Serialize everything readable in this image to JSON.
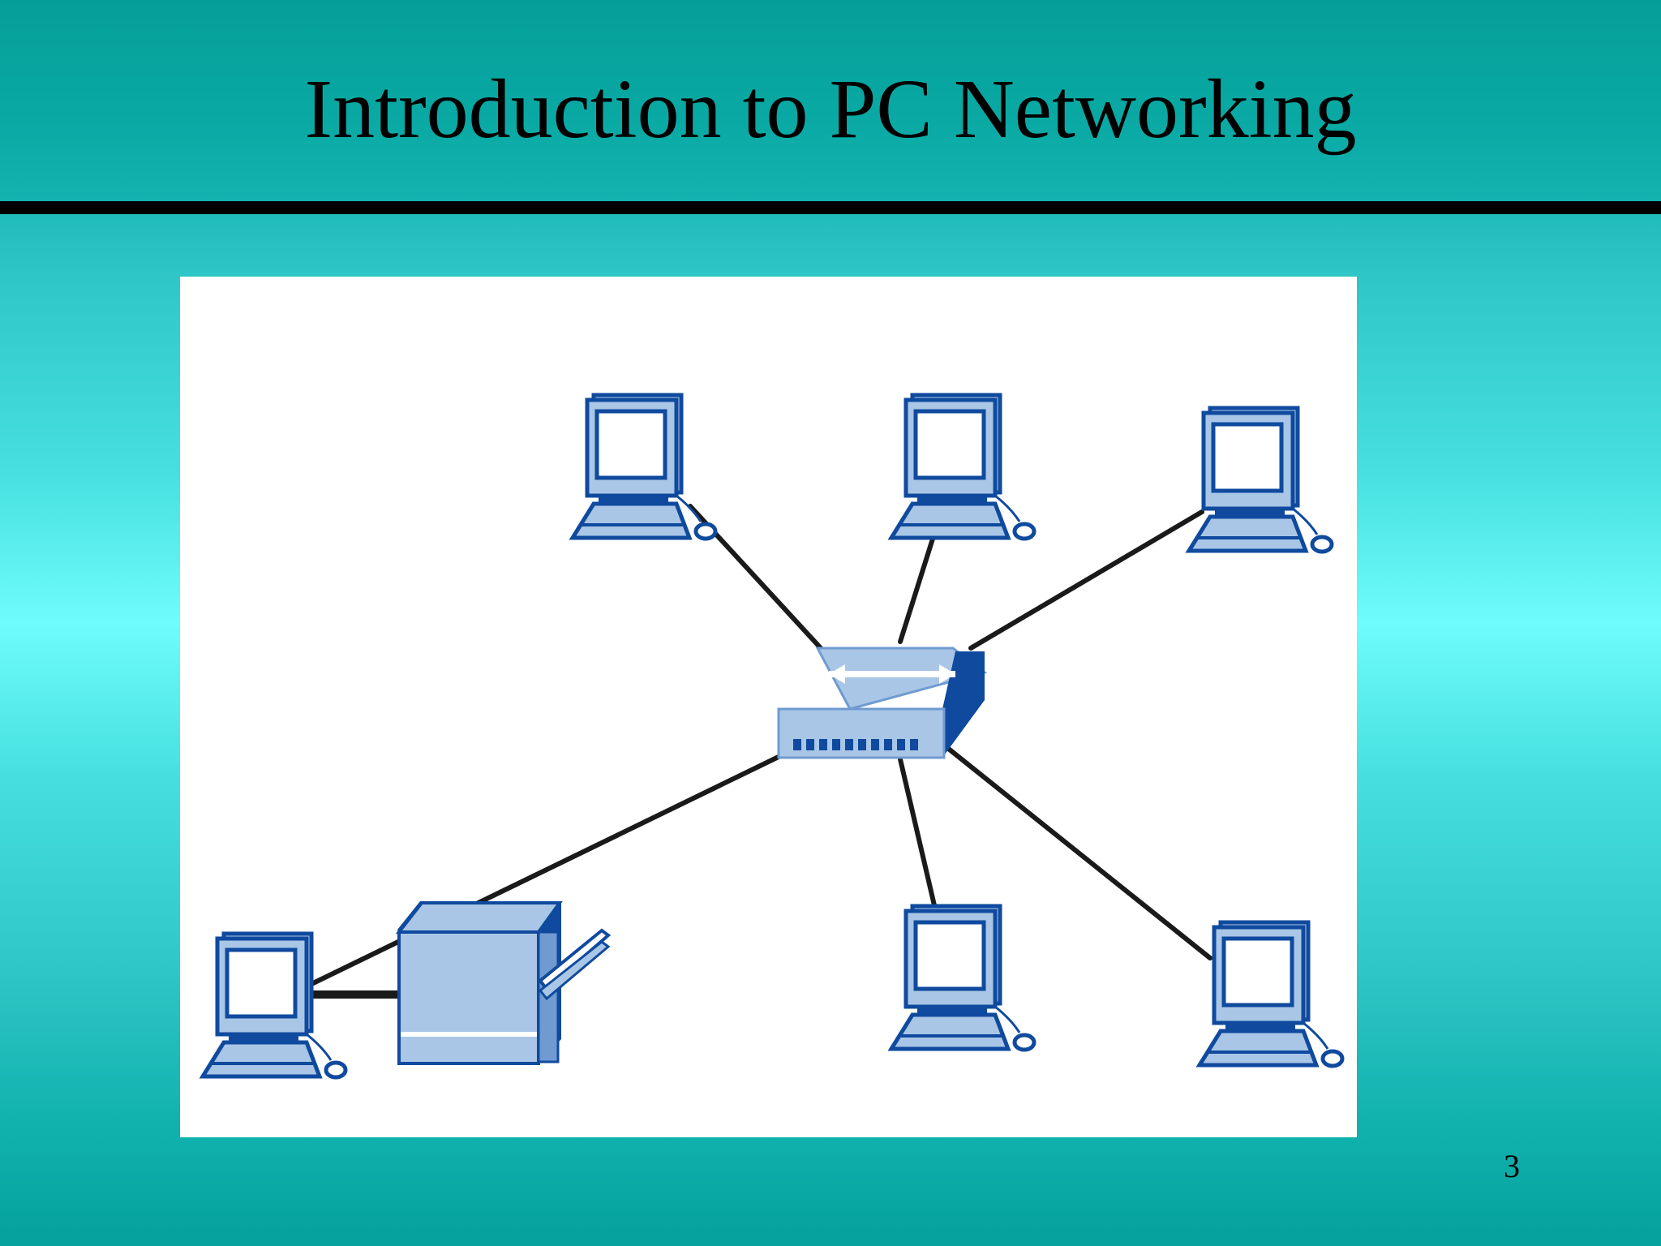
{
  "slide": {
    "title": "Introduction to PC Networking",
    "page_number": "3"
  },
  "diagram": {
    "type": "star-network",
    "center_device": "switch-icon",
    "nodes": [
      {
        "id": "pc-top-left",
        "icon": "computer-icon"
      },
      {
        "id": "pc-top-middle",
        "icon": "computer-icon"
      },
      {
        "id": "pc-top-right",
        "icon": "computer-icon"
      },
      {
        "id": "pc-bottom-middle",
        "icon": "computer-icon"
      },
      {
        "id": "pc-bottom-right",
        "icon": "computer-icon"
      },
      {
        "id": "server",
        "icon": "server-icon"
      },
      {
        "id": "pc-bottom-left",
        "icon": "computer-icon"
      }
    ],
    "links": [
      [
        "switch",
        "pc-top-left"
      ],
      [
        "switch",
        "pc-top-middle"
      ],
      [
        "switch",
        "pc-top-right"
      ],
      [
        "switch",
        "pc-bottom-middle"
      ],
      [
        "switch",
        "pc-bottom-right"
      ],
      [
        "switch",
        "pc-bottom-left"
      ],
      [
        "server",
        "pc-bottom-left"
      ]
    ]
  },
  "colors": {
    "icon_dark": "#0f4a9e",
    "icon_light": "#a9c6e6",
    "icon_mid": "#6f9bd0",
    "cable": "#1a1a1a",
    "figure_bg": "#ffffff",
    "rule": "#000000"
  }
}
